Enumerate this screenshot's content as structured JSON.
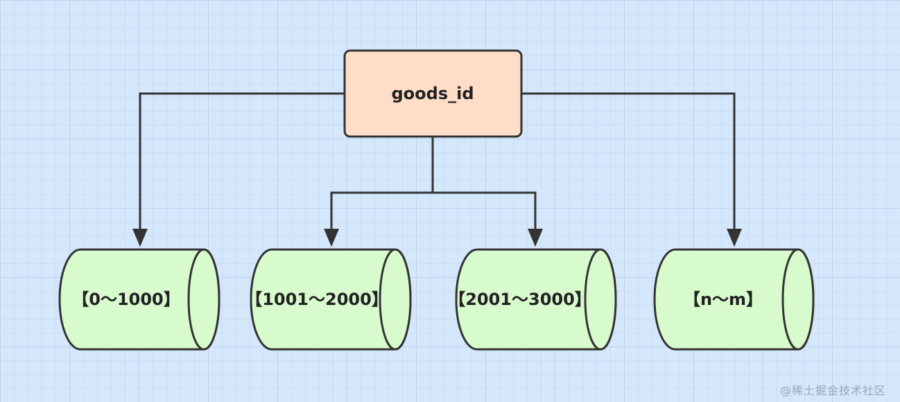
{
  "root": {
    "label": "goods_id",
    "fill": "#ffdec7"
  },
  "shards": [
    {
      "label": "【0～1000】"
    },
    {
      "label": "【1001～2000】"
    },
    {
      "label": "【2001～3000】"
    },
    {
      "label": "【n～m】"
    }
  ],
  "colors": {
    "background": "#d5e7fb",
    "shard_fill": "#d8fbcd",
    "stroke": "#333333"
  },
  "watermark": "@稀土掘金技术社区"
}
